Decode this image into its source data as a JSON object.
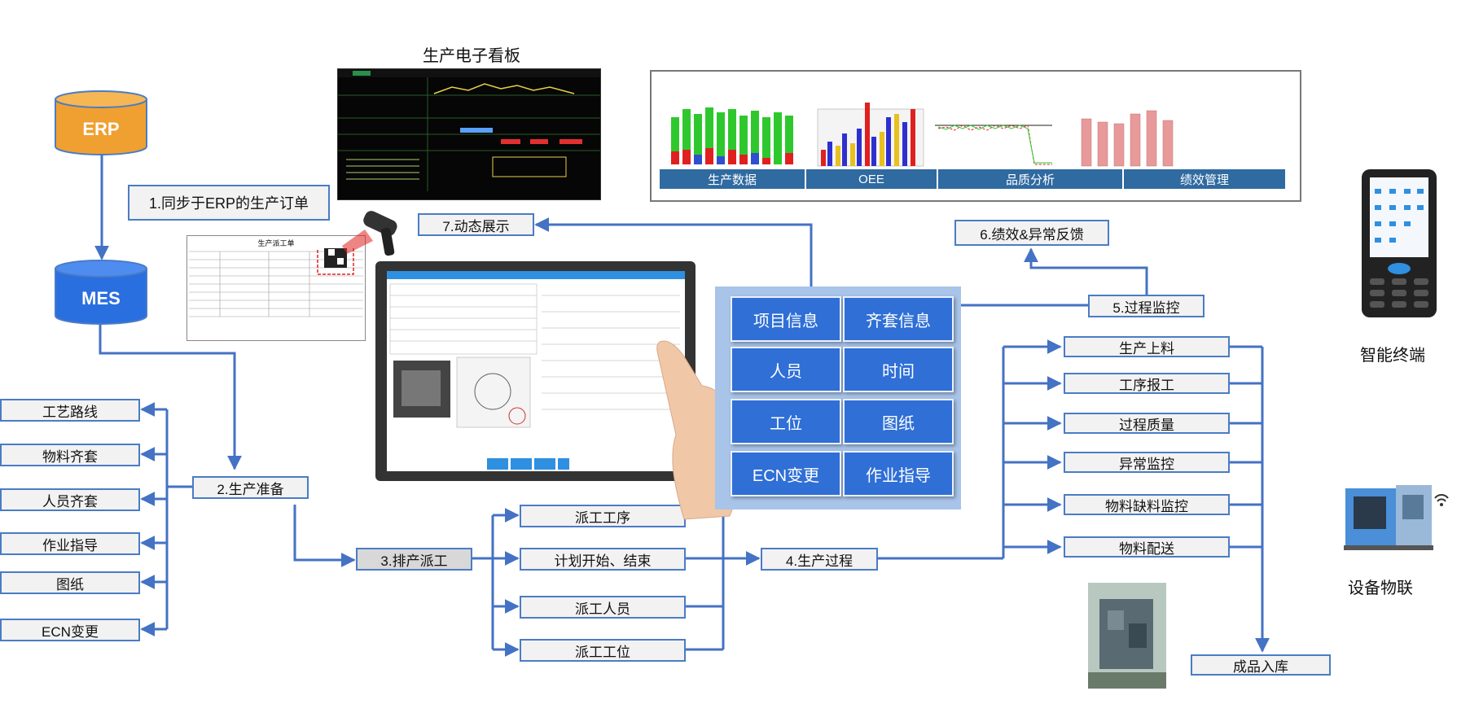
{
  "title_kanban": "生产电子看板",
  "erp": "ERP",
  "mes": "MES",
  "steps": {
    "s1": "1.同步于ERP的生产订单",
    "s2": "2.生产准备",
    "s3": "3.排产派工",
    "s4": "4.生产过程",
    "s5": "5.过程监控",
    "s6": "6.绩效&异常反馈",
    "s7": "7.动态展示"
  },
  "prep_items": [
    "工艺路线",
    "物料齐套",
    "人员齐套",
    "作业指导",
    "图纸",
    "ECN变更"
  ],
  "dispatch_items": [
    "派工工序",
    "计划开始、结束",
    "派工人员",
    "派工工位"
  ],
  "monitor_items": [
    "生产上料",
    "工序报工",
    "过程质量",
    "异常监控",
    "物料缺料监控",
    "物料配送"
  ],
  "finished": "成品入库",
  "tiles": [
    "项目信息",
    "齐套信息",
    "人员",
    "时间",
    "工位",
    "图纸",
    "ECN变更",
    "作业指导"
  ],
  "analytics": [
    "生产数据",
    "OEE",
    "品质分析",
    "绩效管理"
  ],
  "terminal": "智能终端",
  "iot": "设备物联",
  "work_order_title": "生产派工单",
  "colors": {
    "line": "#4472c4",
    "tile": "#2f6fd6",
    "erp": "#f0a030",
    "mes": "#2a6fe0"
  }
}
